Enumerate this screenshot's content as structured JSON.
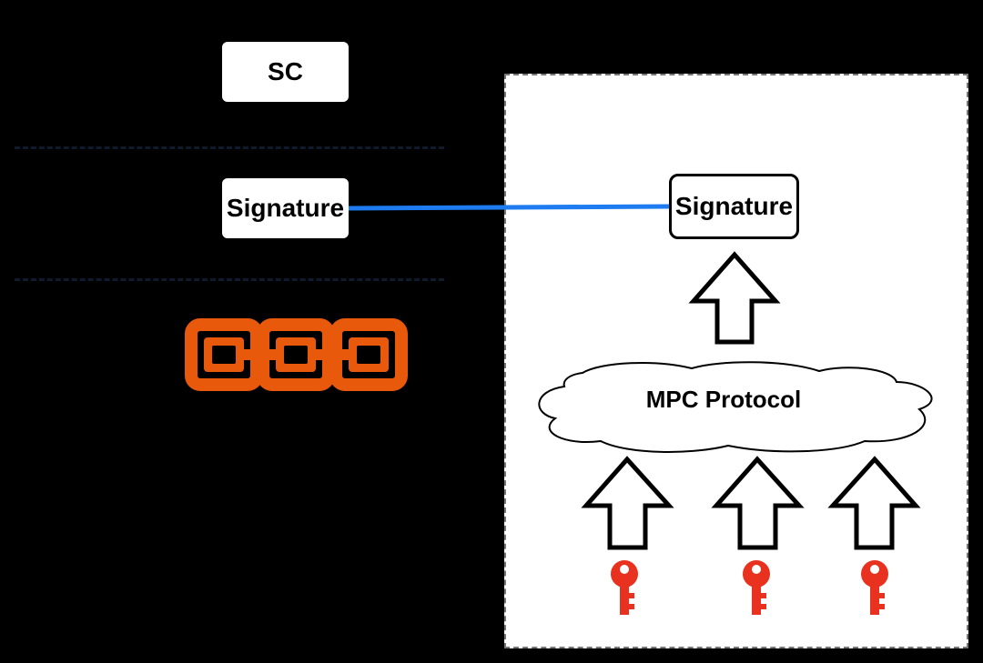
{
  "left": {
    "sc_label": "SC",
    "signature_label": "Signature"
  },
  "mpc_panel": {
    "signature_label": "Signature",
    "protocol_label": "MPC Protocol",
    "key_count": 3
  },
  "colors": {
    "connector": "#1e7cf0",
    "chain": "#e8590c",
    "key": "#e8311f",
    "panel_bg": "#ffffff",
    "page_bg": "#000000"
  },
  "icons": [
    "chain-icon",
    "up-arrow-icon",
    "cloud-shape",
    "key-icon"
  ]
}
